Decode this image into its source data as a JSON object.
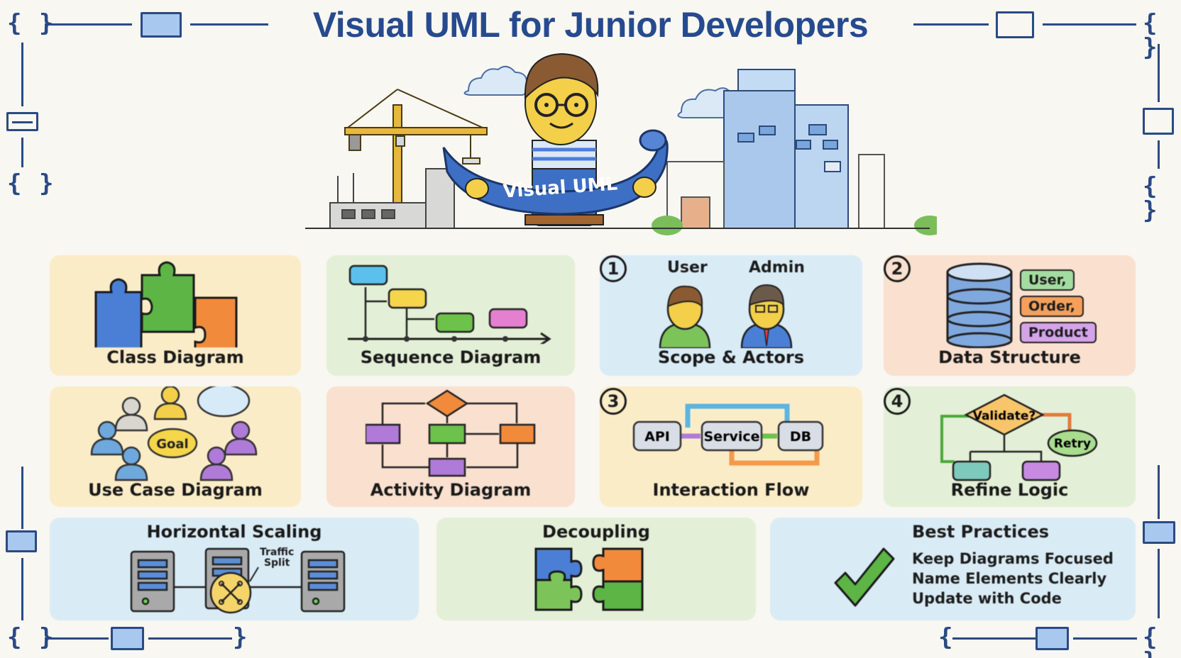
{
  "title": "Visual UML for Junior Developers",
  "hero": {
    "banner_text": "Visual UML",
    "scene": [
      "crane-icon",
      "developer-character",
      "blueprint-scroll",
      "glass-building",
      "clouds"
    ]
  },
  "frame": {
    "brace_glyph": "{ }",
    "left_brace": "{",
    "right_brace": "}"
  },
  "cards": {
    "class_diagram": {
      "label": "Class Diagram",
      "icon": "puzzle-pieces-icon"
    },
    "sequence_diagram": {
      "label": "Sequence Diagram",
      "icon": "message-timeline-icon"
    },
    "use_case_diagram": {
      "label": "Use Case Diagram",
      "icon": "actors-goal-icon",
      "goal_text": "Goal"
    },
    "activity_diagram": {
      "label": "Activity Diagram",
      "icon": "flowchart-icon"
    }
  },
  "steps": [
    {
      "number": "1",
      "label": "Scope & Actors",
      "actors": [
        "User",
        "Admin"
      ]
    },
    {
      "number": "2",
      "label": "Data Structure",
      "tables": [
        "User,",
        "Order,",
        "Product"
      ]
    },
    {
      "number": "3",
      "label": "Interaction Flow",
      "nodes": [
        "API",
        "Service",
        "DB"
      ]
    },
    {
      "number": "4",
      "label": "Refine Logic",
      "decision": "Validate?",
      "retry": "Retry"
    }
  ],
  "bottom": {
    "scaling": {
      "title": "Horizontal Scaling",
      "annotation_line1": "Traffic",
      "annotation_line2": "Split"
    },
    "decoupling": {
      "title": "Decoupling"
    },
    "best_practices": {
      "title": "Best Practices",
      "items": [
        "Keep Diagrams Focused",
        "Name Elements Clearly",
        "Update with Code"
      ]
    }
  },
  "colors": {
    "title_blue": "#264a8f",
    "frame_blue": "#2a4a85",
    "panel_yellow": "#fbecc8",
    "panel_green": "#e3efd6",
    "panel_blue": "#d9ebf5",
    "panel_peach": "#f9e0cf",
    "accent_green": "#5cb545",
    "accent_orange": "#f28a3c",
    "accent_purple": "#b07ad8",
    "accent_blue": "#4b7fd6"
  }
}
